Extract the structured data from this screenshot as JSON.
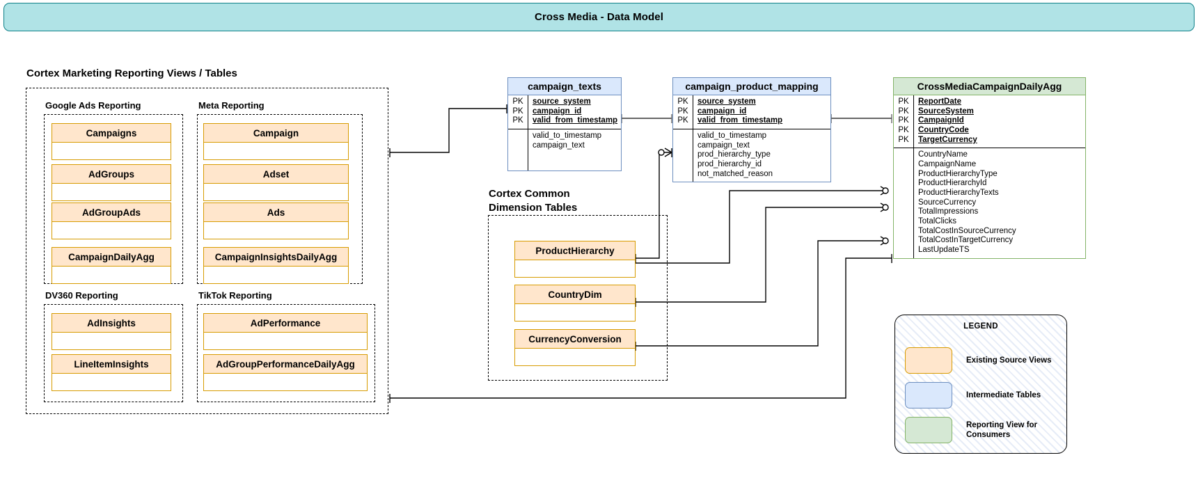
{
  "title": "Cross Media - Data Model",
  "sections": {
    "reporting_views": {
      "heading": "Cortex Marketing Reporting Views / Tables",
      "groups": [
        {
          "name": "Google Ads Reporting",
          "tables": [
            "Campaigns",
            "AdGroups",
            "AdGroupAds",
            "CampaignDailyAgg"
          ]
        },
        {
          "name": "Meta Reporting",
          "tables": [
            "Campaign",
            "Adset",
            "Ads",
            "CampaignInsightsDailyAgg"
          ]
        },
        {
          "name": "DV360 Reporting",
          "tables": [
            "AdInsights",
            "LineItemInsights"
          ]
        },
        {
          "name": "TikTok Reporting",
          "tables": [
            "AdPerformance",
            "AdGroupPerformanceDailyAgg"
          ]
        }
      ]
    },
    "common_dimensions": {
      "heading": "Cortex Common\nDimension Tables",
      "tables": [
        "ProductHierarchy",
        "CountryDim",
        "CurrencyConversion"
      ]
    }
  },
  "erd_tables": [
    {
      "name": "campaign_texts",
      "style": "blue",
      "keys": [
        {
          "marker": "PK",
          "field": "source_system"
        },
        {
          "marker": "PK",
          "field": "campaign_id"
        },
        {
          "marker": "PK",
          "field": "valid_from_timestamp"
        }
      ],
      "fields": [
        "valid_to_timestamp",
        "campaign_text"
      ]
    },
    {
      "name": "campaign_product_mapping",
      "style": "blue",
      "keys": [
        {
          "marker": "PK",
          "field": "source_system"
        },
        {
          "marker": "PK",
          "field": "campaign_id"
        },
        {
          "marker": "PK",
          "field": "valid_from_timestamp"
        }
      ],
      "fields": [
        "valid_to_timestamp",
        "campaign_text",
        "prod_hierarchy_type",
        "prod_hierarchy_id",
        "not_matched_reason"
      ]
    },
    {
      "name": "CrossMediaCampaignDailyAgg",
      "style": "green",
      "keys": [
        {
          "marker": "PK",
          "field": "ReportDate"
        },
        {
          "marker": "PK",
          "field": "SourceSystem"
        },
        {
          "marker": "PK",
          "field": "CampaignId"
        },
        {
          "marker": "PK",
          "field": "CountryCode"
        },
        {
          "marker": "PK",
          "field": "TargetCurrency"
        }
      ],
      "fields": [
        "CountryName",
        "CampaignName",
        "ProductHierarchyType",
        "ProductHierarchyId",
        "ProductHierarchyTexts",
        "SourceCurrency",
        "TotalImpressions",
        "TotalClicks",
        "TotalCostInSourceCurrency",
        "TotalCostInTargetCurrency",
        "LastUpdateTS"
      ]
    }
  ],
  "legend": {
    "title": "LEGEND",
    "items": [
      {
        "label": "Existing Source Views",
        "fill": "#ffe6cc",
        "stroke": "#d79b00"
      },
      {
        "label": "Intermediate Tables",
        "fill": "#dae8fc",
        "stroke": "#6c8ebf"
      },
      {
        "label": "Reporting View for\nConsumers",
        "fill": "#d5e8d4",
        "stroke": "#82b366"
      }
    ]
  },
  "colors": {
    "banner_fill": "#b0e3e6",
    "banner_stroke": "#0e8088",
    "source_fill": "#ffe6cc",
    "source_stroke": "#d79b00",
    "intermediate_fill": "#dae8fc",
    "intermediate_stroke": "#6c8ebf",
    "reporting_fill": "#d5e8d4",
    "reporting_stroke": "#82b366"
  }
}
